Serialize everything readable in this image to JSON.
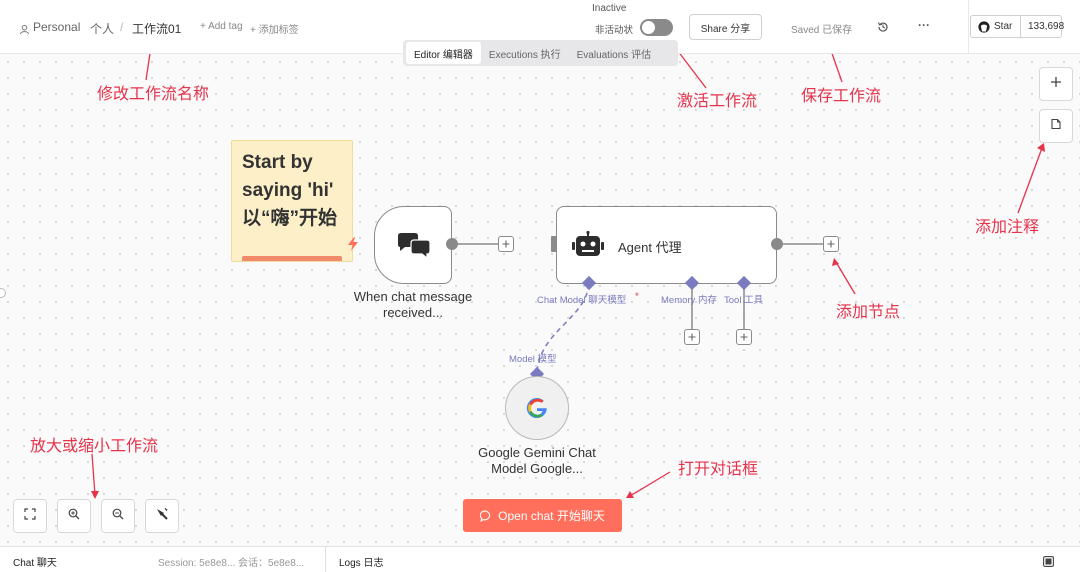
{
  "header": {
    "breadcrumb_personal": "Personal",
    "breadcrumb_personal_cn": "个人",
    "separator": "/",
    "workflow_name": "工作流01",
    "add_tag": "+ Add tag",
    "add_tag_cn": "+ 添加标签",
    "status_label": "Inactive",
    "toggle_label": "非活动状",
    "share_label": "Share  分享",
    "saved_label": "Saved  已保存",
    "more_label": "···"
  },
  "github": {
    "star_label": "Star",
    "star_count": "133,698"
  },
  "tabs": [
    {
      "label": "Editor  编辑器",
      "active": true
    },
    {
      "label": "Executions  执行",
      "active": false
    },
    {
      "label": "Evaluations  评估",
      "active": false
    }
  ],
  "sticky_note": {
    "text": "Start by\nsaying 'hi'\n以“嗨”开始"
  },
  "nodes": {
    "trigger_label": "When chat message received...",
    "agent_label": "Agent  代理",
    "gemini_label": "Google Gemini Chat Model  Google...",
    "chat_model_label": "Chat Model  聊天模型",
    "required_mark": "*",
    "memory_label": "Memory  内存",
    "tool_label": "Tool  工具",
    "model_label": "Model  模型"
  },
  "annotations": {
    "rename": "修改工作流名称",
    "activate": "激活工作流",
    "save": "保存工作流",
    "add_note": "添加注释",
    "add_node": "添加节点",
    "zoom": "放大或缩小工作流",
    "open_dialog": "打开对话框"
  },
  "open_chat": {
    "label": "Open chat  开始聊天"
  },
  "footer": {
    "chat_label": "Chat  聊天",
    "session_label": "Session: 5e8e8...  会话：5e8e8...",
    "logs_label": "Logs  日志"
  },
  "colors": {
    "accent": "#ff6f5c",
    "annotation": "#e5334b",
    "connector": "#7a7ac0",
    "sticky": "#fdf0c8"
  },
  "icons": [
    "user-icon",
    "history-icon",
    "github-icon",
    "plus-icon",
    "note-icon",
    "chat-bubbles-icon",
    "robot-icon",
    "google-icon",
    "fit-view-icon",
    "zoom-in-icon",
    "zoom-out-icon",
    "tidy-up-icon",
    "chat-icon",
    "popout-icon",
    "bolt-icon"
  ]
}
